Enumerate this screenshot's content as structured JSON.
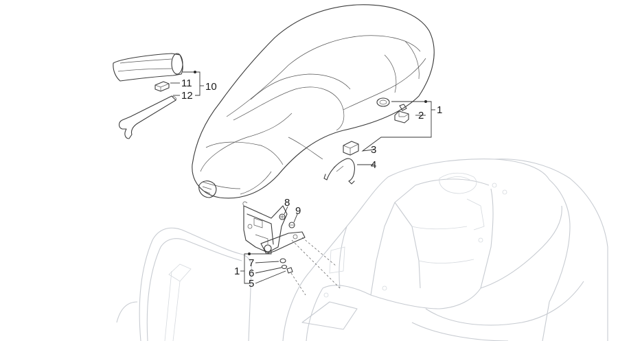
{
  "callouts": {
    "c1_top": "1",
    "c2": "2",
    "c3": "3",
    "c4": "4",
    "c5": "5",
    "c6": "6",
    "c7": "7",
    "c1_bottom": "1",
    "c8": "8",
    "c9": "9",
    "c10": "10",
    "c11": "11",
    "c12": "12"
  },
  "colors": {
    "line": "#3a3a3a",
    "ghost_body": "#c7cbd1",
    "background": "#ffffff"
  }
}
